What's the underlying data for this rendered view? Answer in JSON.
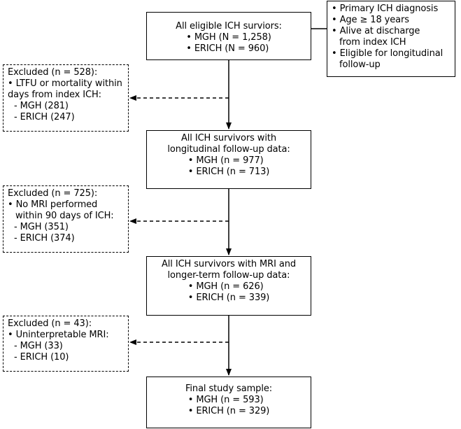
{
  "flowchart": {
    "eligible": {
      "title": "All eligible ICH surviors:",
      "items": [
        "• MGH (N = 1,258)",
        "• ERICH (N = 960)"
      ]
    },
    "criteria": {
      "items": [
        "• Primary ICH diagnosis",
        "• Age ≥ 18 years",
        "• Alive at discharge",
        "from index ICH",
        "• Eligible for longitudinal",
        "follow-up"
      ]
    },
    "excluded_1": {
      "title": "Excluded (n = 528):",
      "items": [
        "• LTFU or mortality within",
        "days from index ICH:",
        "- MGH (281)",
        "- ERICH (247)"
      ]
    },
    "followup": {
      "title_lines": [
        "All ICH survivors with",
        "longitudinal follow-up data:"
      ],
      "items": [
        "• MGH (n = 977)",
        "• ERICH (n = 713)"
      ]
    },
    "excluded_2": {
      "title": "Excluded (n = 725):",
      "items": [
        "• No MRI performed",
        "within 90 days of ICH:",
        "- MGH (351)",
        "- ERICH (374)"
      ]
    },
    "mri": {
      "title_lines": [
        "All ICH survivors with MRI and",
        "longer-term follow-up data:"
      ],
      "items": [
        "• MGH (n = 626)",
        "• ERICH (n = 339)"
      ]
    },
    "excluded_3": {
      "title": "Excluded (n = 43):",
      "items": [
        "• Uninterpretable MRI:",
        "- MGH (33)",
        "- ERICH (10)"
      ]
    },
    "final": {
      "title": "Final study sample:",
      "items": [
        "• MGH (n = 593)",
        "• ERICH (n = 329)"
      ]
    }
  }
}
